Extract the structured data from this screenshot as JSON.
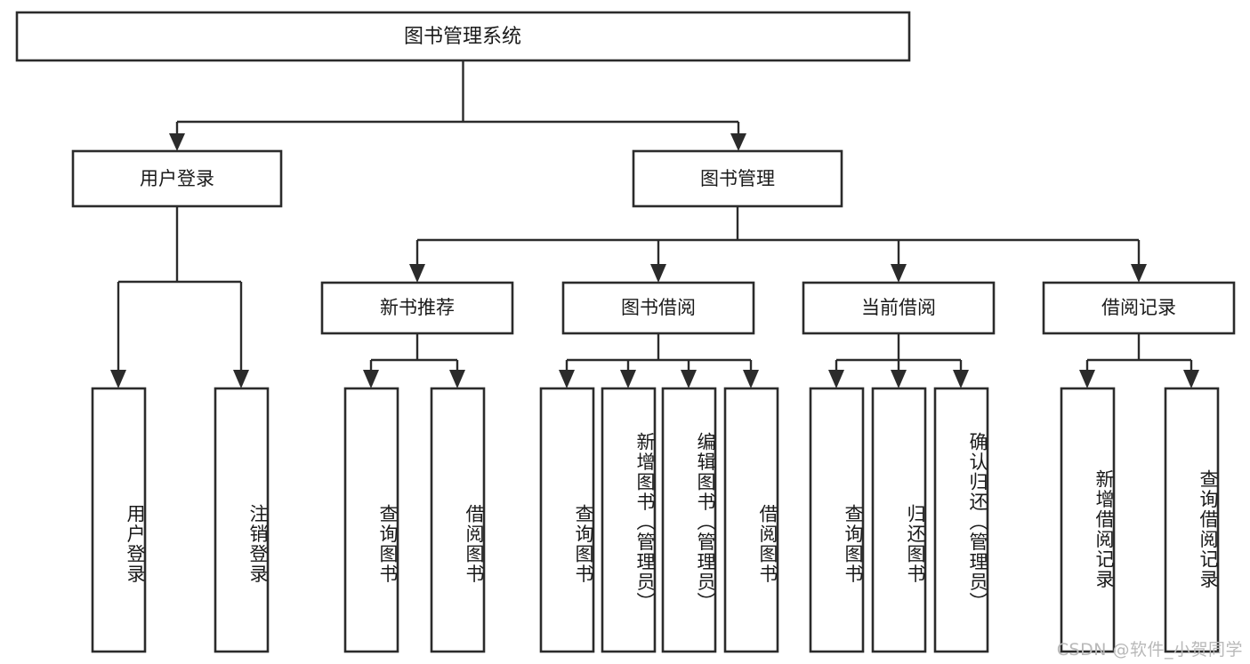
{
  "diagram": {
    "title": "图书管理系统",
    "type": "tree-hierarchy-flowchart",
    "colors": {
      "background": "#ffffff",
      "box_fill": "#ffffff",
      "box_stroke": "#2b2b2b",
      "connector": "#2b2b2b",
      "text": "#1a1a1a",
      "watermark": "#b9b9b9"
    },
    "root": {
      "label": "图书管理系统"
    },
    "level2": [
      {
        "label": "用户登录"
      },
      {
        "label": "图书管理"
      }
    ],
    "level3": [
      {
        "label": "新书推荐"
      },
      {
        "label": "图书借阅"
      },
      {
        "label": "当前借阅"
      },
      {
        "label": "借阅记录"
      }
    ],
    "leaves": {
      "user_login": [
        {
          "label": "用户登录"
        },
        {
          "label": "注销登录"
        }
      ],
      "new_book_recommend": [
        {
          "label": "查询图书"
        },
        {
          "label": "借阅图书"
        }
      ],
      "book_borrow": [
        {
          "label": "查询图书"
        },
        {
          "label": "新增图书（管理员）"
        },
        {
          "label": "编辑图书（管理员）"
        },
        {
          "label": "借阅图书"
        }
      ],
      "current_borrow": [
        {
          "label": "查询图书"
        },
        {
          "label": "归还图书"
        },
        {
          "label": "确认归还（管理员）"
        }
      ],
      "borrow_record": [
        {
          "label": "新增借阅记录"
        },
        {
          "label": "查询借阅记录"
        }
      ]
    },
    "watermark": "CSDN @软件_小贺同学"
  }
}
